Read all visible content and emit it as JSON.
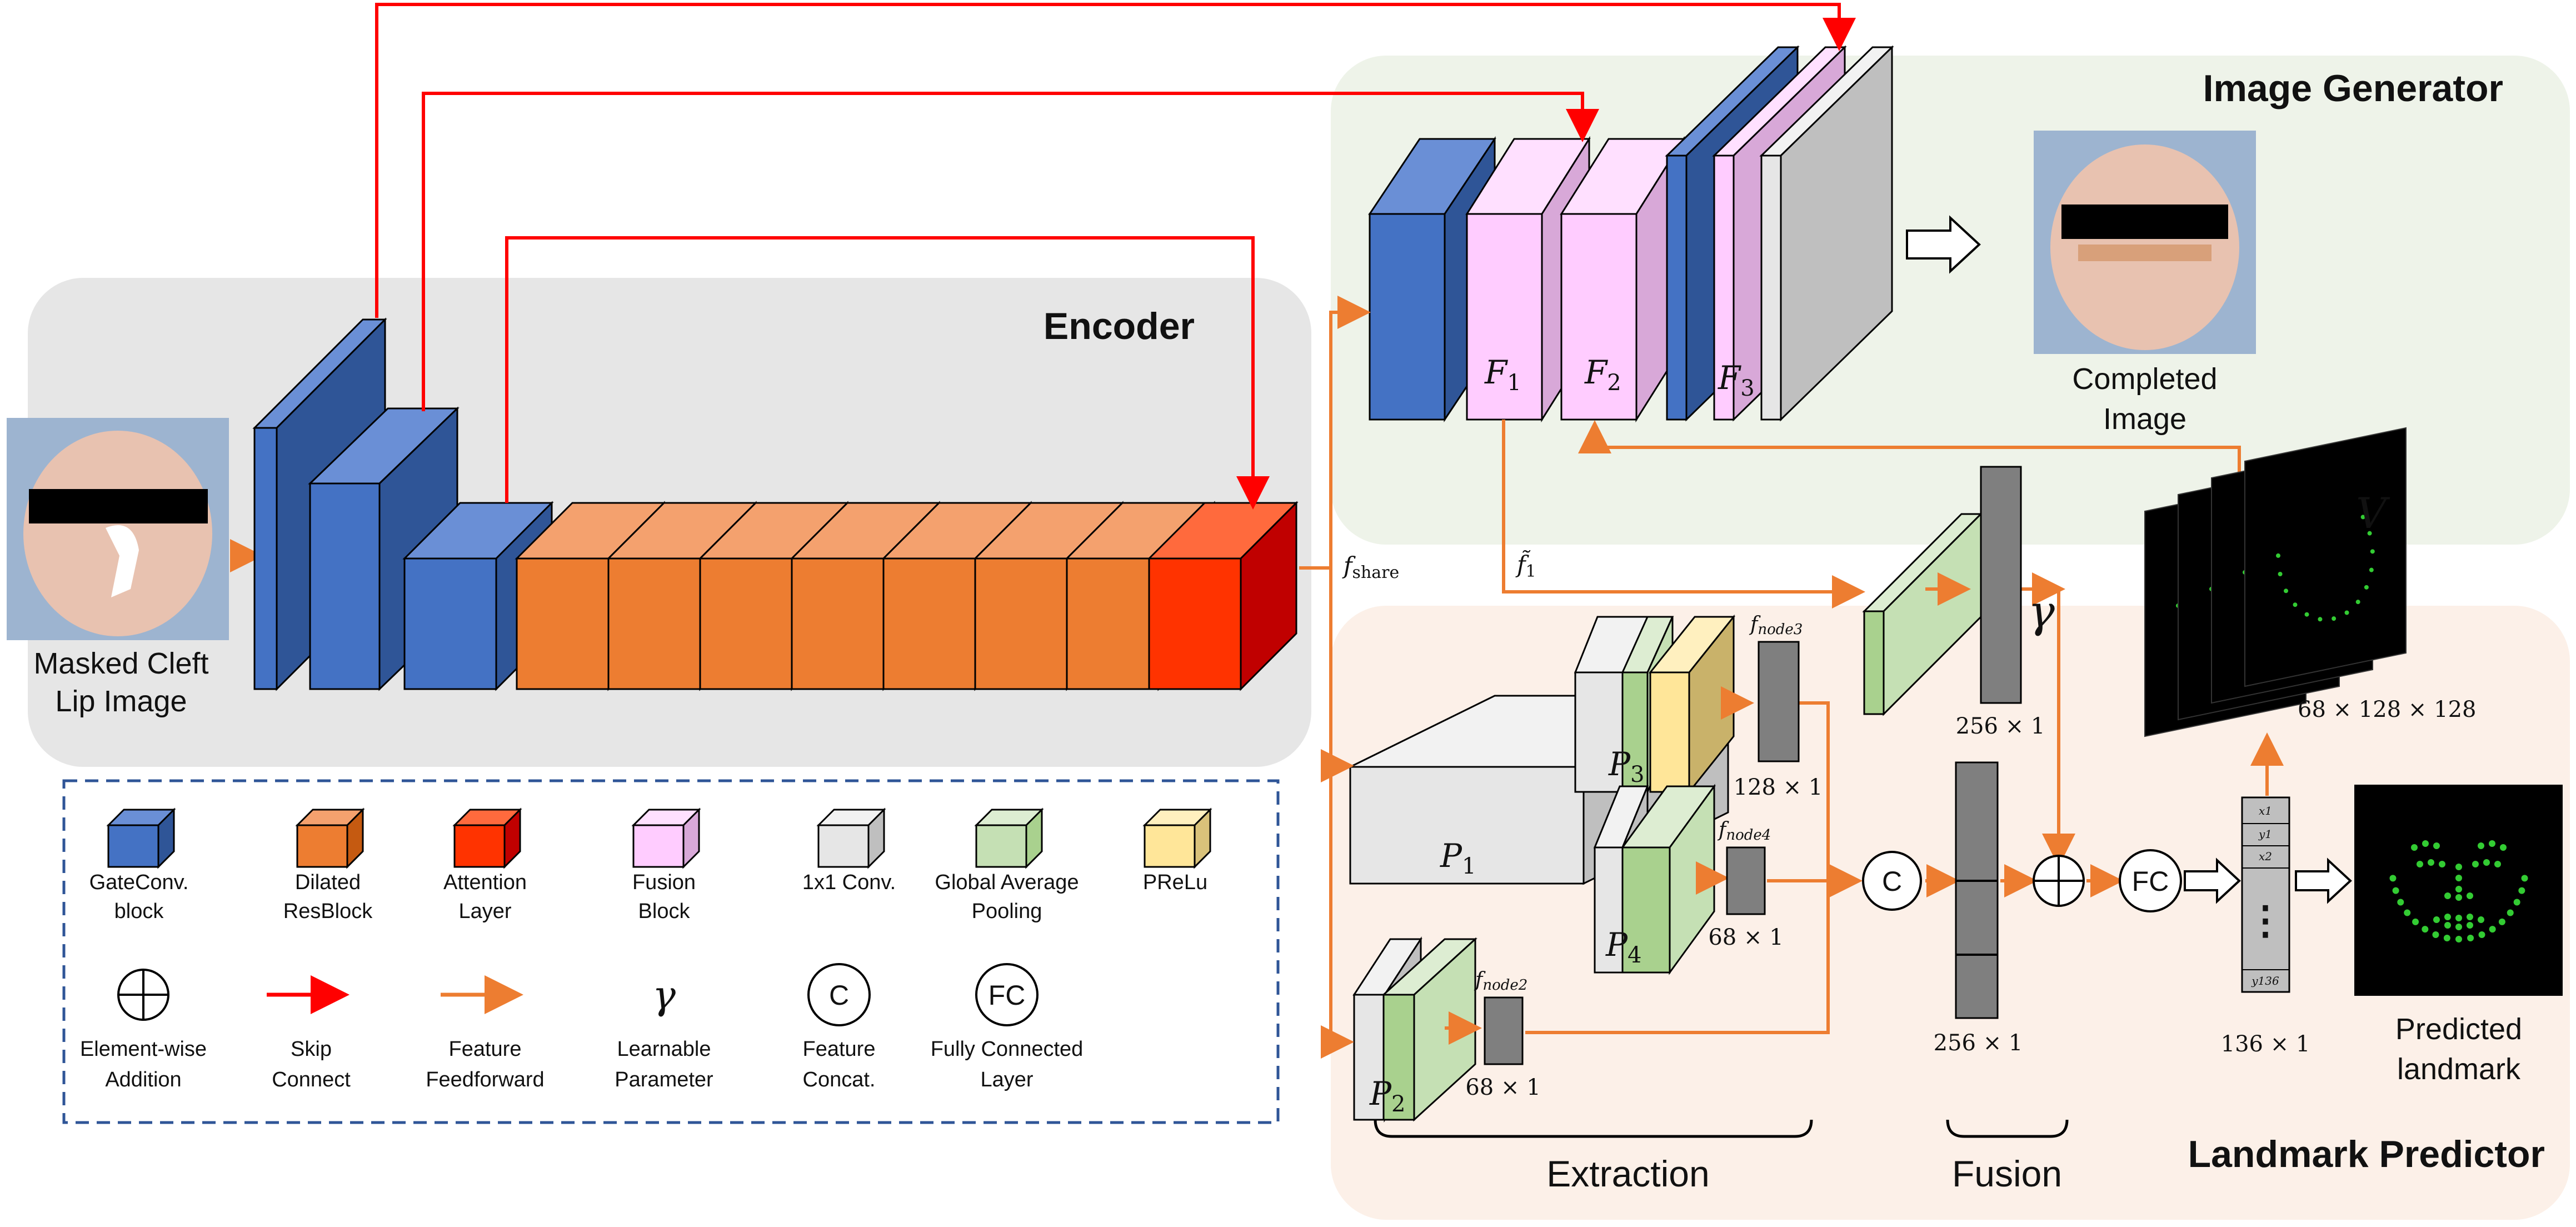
{
  "regions": {
    "encoder": "Encoder",
    "image_generator": "Image Generator",
    "landmark_predictor": "Landmark Predictor"
  },
  "inputs": {
    "input_caption_line1": "Masked Cleft",
    "input_caption_line2": "Lip Image",
    "output_caption_line1": "Completed",
    "output_caption_line2": "Image",
    "predicted_line1": "Predicted",
    "predicted_line2": "landmark"
  },
  "symbols": {
    "f_share": "f",
    "f_share_sub": "share",
    "f1_tilde": "f̃",
    "f1_tilde_sub": "1",
    "F1": "F",
    "F1_sub": "1",
    "F2": "F",
    "F2_sub": "2",
    "F3": "F",
    "F3_sub": "3",
    "V": "V",
    "gamma": "γ",
    "f_node3": "f",
    "f_node3_sub": "node3",
    "f_node4": "f",
    "f_node4_sub": "node4",
    "f_node2": "f",
    "f_node2_sub": "node2",
    "P1": "P",
    "P1_sub": "1",
    "P2": "P",
    "P2_sub": "2",
    "P3": "P",
    "P3_sub": "3",
    "P4": "P",
    "P4_sub": "4",
    "concat_symbol": "C",
    "fc_symbol": "FC",
    "vector_top_cells": [
      "x1",
      "y1",
      "x2"
    ],
    "vector_ellipsis": "⋮",
    "vector_last_cell": "y136"
  },
  "dimensions": {
    "gamma_vec": "256 × 1",
    "node3_vec": "128 × 1",
    "node4_vec": "68 × 1",
    "node2_vec": "68 × 1",
    "fusion_vec": "256 × 1",
    "heatmaps": "68 × 128 × 128",
    "output_vec": "136 × 1"
  },
  "stages": {
    "extraction": "Extraction",
    "fusion": "Fusion"
  },
  "legend": {
    "row1": [
      {
        "lines": [
          "GateConv.",
          "block"
        ],
        "color": "#4472C4",
        "side": "#2F5597",
        "top": "#6A8FD6"
      },
      {
        "lines": [
          "Dilated",
          "ResBlock"
        ],
        "color": "#ED7D31",
        "side": "#C55A11",
        "top": "#F4A16E"
      },
      {
        "lines": [
          "Attention",
          "Layer"
        ],
        "color": "#FF3300",
        "side": "#C00000",
        "top": "#FF6A3D"
      },
      {
        "lines": [
          "Fusion",
          "Block"
        ],
        "color": "#FFCCFF",
        "side": "#D8A8D8",
        "top": "#FFE0FF"
      },
      {
        "lines": [
          "1x1 Conv."
        ],
        "color": "#E6E6E6",
        "side": "#BFBFBF",
        "top": "#F2F2F2"
      },
      {
        "lines": [
          "Global Average",
          "Pooling"
        ],
        "color": "#C5E0B4",
        "side": "#A9D18E",
        "top": "#DDEDD2"
      },
      {
        "lines": [
          "PReLu"
        ],
        "color": "#FFE699",
        "side": "#D9C27A",
        "top": "#FFF0BF"
      }
    ],
    "row2": [
      {
        "lines": [
          "Element-wise",
          "Addition"
        ],
        "symbol": "⊕"
      },
      {
        "lines": [
          "Skip",
          "Connect"
        ],
        "symbol": "red-arrow"
      },
      {
        "lines": [
          "Feature",
          "Feedforward"
        ],
        "symbol": "orange-arrow"
      },
      {
        "lines": [
          "Learnable",
          "Parameter"
        ],
        "symbol": "γ"
      },
      {
        "lines": [
          "Feature",
          "Concat."
        ],
        "symbol": "C"
      },
      {
        "lines": [
          "Fully Connected",
          "Layer"
        ],
        "symbol": "FC"
      }
    ]
  },
  "colors": {
    "skip": "#FF0000",
    "feed": "#ED7D31",
    "encoder_bg": "#E6E6E6",
    "generator_bg": "#EEF3E9",
    "landmark_bg": "#FCF0E8",
    "legend_border": "#2F5597"
  }
}
